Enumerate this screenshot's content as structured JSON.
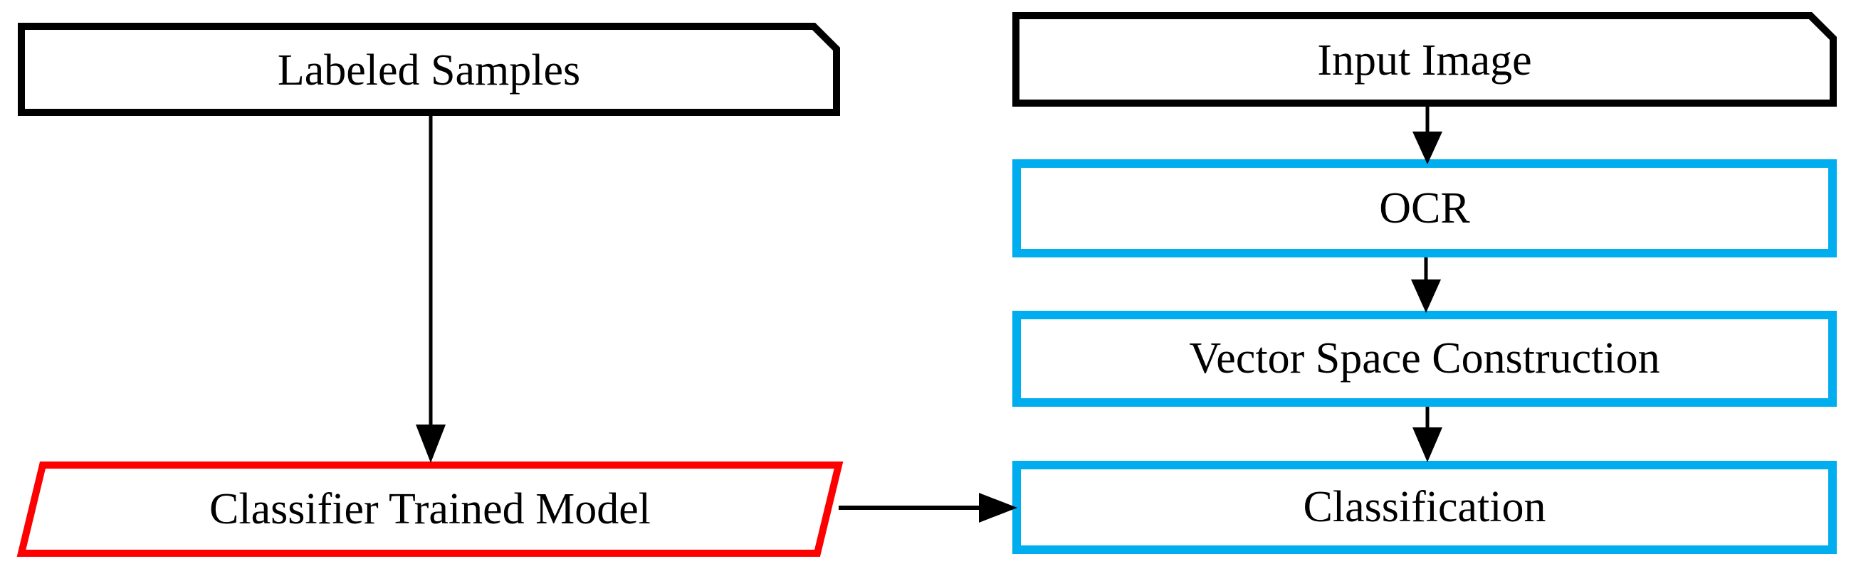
{
  "figure": {
    "background": "#ffffff",
    "colors": {
      "black": "#000000",
      "red": "#ff0000",
      "cyan": "#00aeef",
      "arrow": "#000000",
      "text": "#000000",
      "fill": "#ffffff"
    },
    "nodes": {
      "labeled_samples": {
        "label": "Labeled Samples",
        "shape": "card",
        "border": "#000000"
      },
      "input_image": {
        "label": "Input Image",
        "shape": "card",
        "border": "#000000"
      },
      "ocr": {
        "label": "OCR",
        "shape": "process",
        "border": "#00aeef"
      },
      "vector_space_construction": {
        "label": "Vector Space Construction",
        "shape": "process",
        "border": "#00aeef"
      },
      "classification": {
        "label": "Classification",
        "shape": "process",
        "border": "#00aeef"
      },
      "classifier_trained_model": {
        "label": "Classifier Trained Model",
        "shape": "parallelogram",
        "border": "#ff0000"
      }
    },
    "edges": [
      {
        "from": "labeled_samples",
        "to": "classifier_trained_model",
        "direction": "down"
      },
      {
        "from": "input_image",
        "to": "ocr",
        "direction": "down"
      },
      {
        "from": "ocr",
        "to": "vector_space_construction",
        "direction": "down"
      },
      {
        "from": "vector_space_construction",
        "to": "classification",
        "direction": "down"
      },
      {
        "from": "classifier_trained_model",
        "to": "classification",
        "direction": "right"
      }
    ]
  }
}
